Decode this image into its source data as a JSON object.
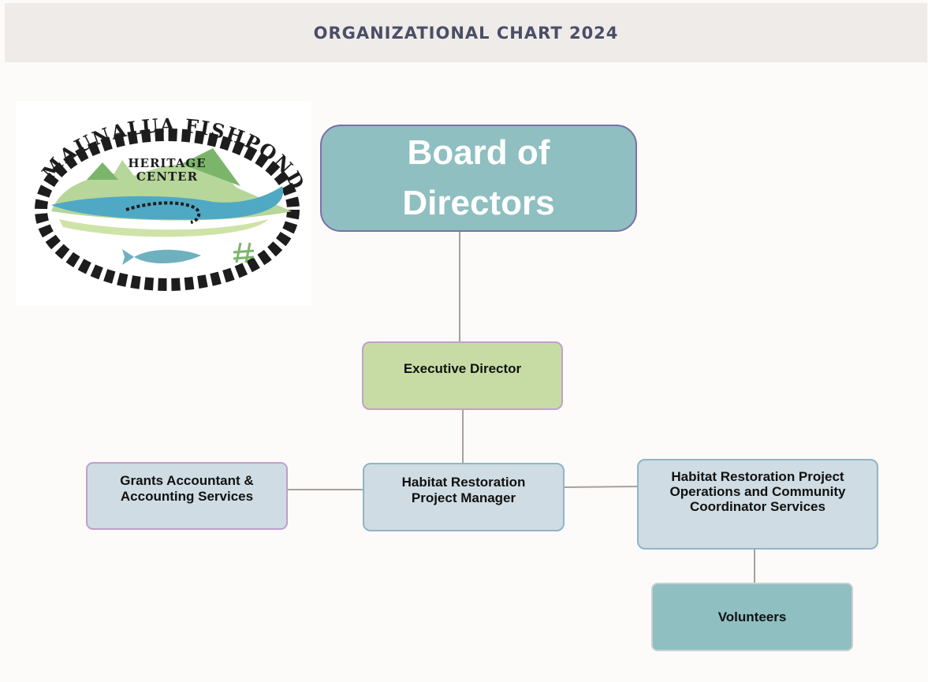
{
  "header": {
    "title": "ORGANIZATIONAL CHART 2024"
  },
  "logo": {
    "line1": "MAUNALUA FISHPOND",
    "line2": "HERITAGE",
    "line3": "CENTER"
  },
  "org": {
    "board": {
      "line1": "Board of",
      "line2": "Directors"
    },
    "executive_director": {
      "label": "Executive Director"
    },
    "grants": {
      "line1": "Grants Accountant &",
      "line2": "Accounting Services"
    },
    "project_manager": {
      "line1": "Habitat Restoration",
      "line2": "Project Manager"
    },
    "operations": {
      "line1": "Habitat Restoration Project",
      "line2": "Operations and Community",
      "line3": "Coordinator Services"
    },
    "volunteers": {
      "label": "Volunteers"
    }
  },
  "colors": {
    "header_bg": "#efebe9",
    "header_text": "#4a4e66",
    "board_fill": "#8fbfc0",
    "exec_fill": "#c6dca4",
    "staff_fill": "#cfdce3",
    "connector": "#a8a09c"
  }
}
